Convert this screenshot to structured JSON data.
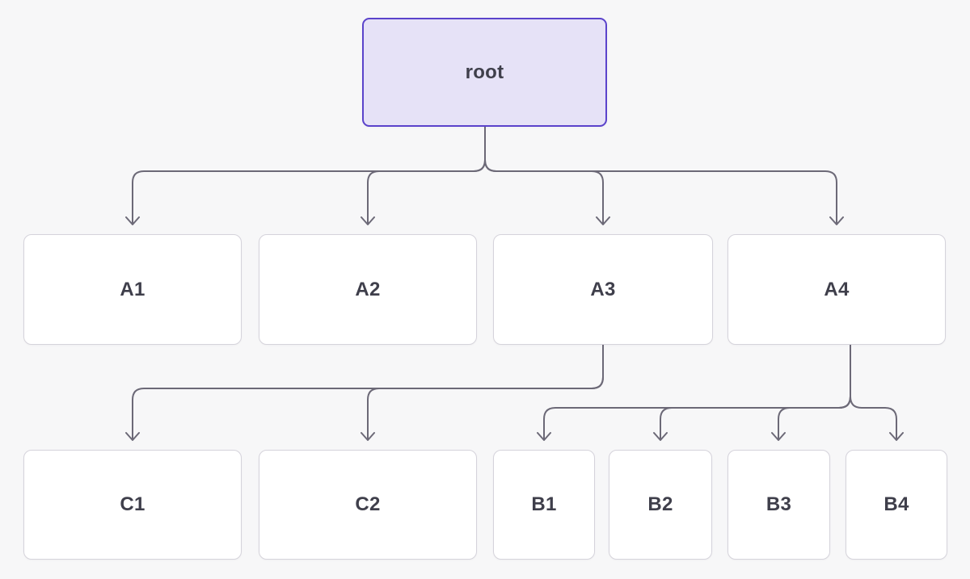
{
  "diagram": {
    "title": "tree-hierarchy",
    "nodes": {
      "root": {
        "label": "root"
      },
      "a1": {
        "label": "A1"
      },
      "a2": {
        "label": "A2"
      },
      "a3": {
        "label": "A3"
      },
      "a4": {
        "label": "A4"
      },
      "c1": {
        "label": "C1"
      },
      "c2": {
        "label": "C2"
      },
      "b1": {
        "label": "B1"
      },
      "b2": {
        "label": "B2"
      },
      "b3": {
        "label": "B3"
      },
      "b4": {
        "label": "B4"
      }
    },
    "edges": [
      {
        "from": "root",
        "to": "A1"
      },
      {
        "from": "root",
        "to": "A2"
      },
      {
        "from": "root",
        "to": "A3"
      },
      {
        "from": "root",
        "to": "A4"
      },
      {
        "from": "A3",
        "to": "C1"
      },
      {
        "from": "A3",
        "to": "C2"
      },
      {
        "from": "A4",
        "to": "B1"
      },
      {
        "from": "A4",
        "to": "B2"
      },
      {
        "from": "A4",
        "to": "B3"
      },
      {
        "from": "A4",
        "to": "B4"
      }
    ],
    "colors": {
      "background": "#f7f7f8",
      "root_fill": "#e6e2f7",
      "root_border": "#5b43cb",
      "node_fill": "#ffffff",
      "node_border": "#d5d3db",
      "edge": "#6c6977",
      "text": "#3f3f4b"
    }
  }
}
